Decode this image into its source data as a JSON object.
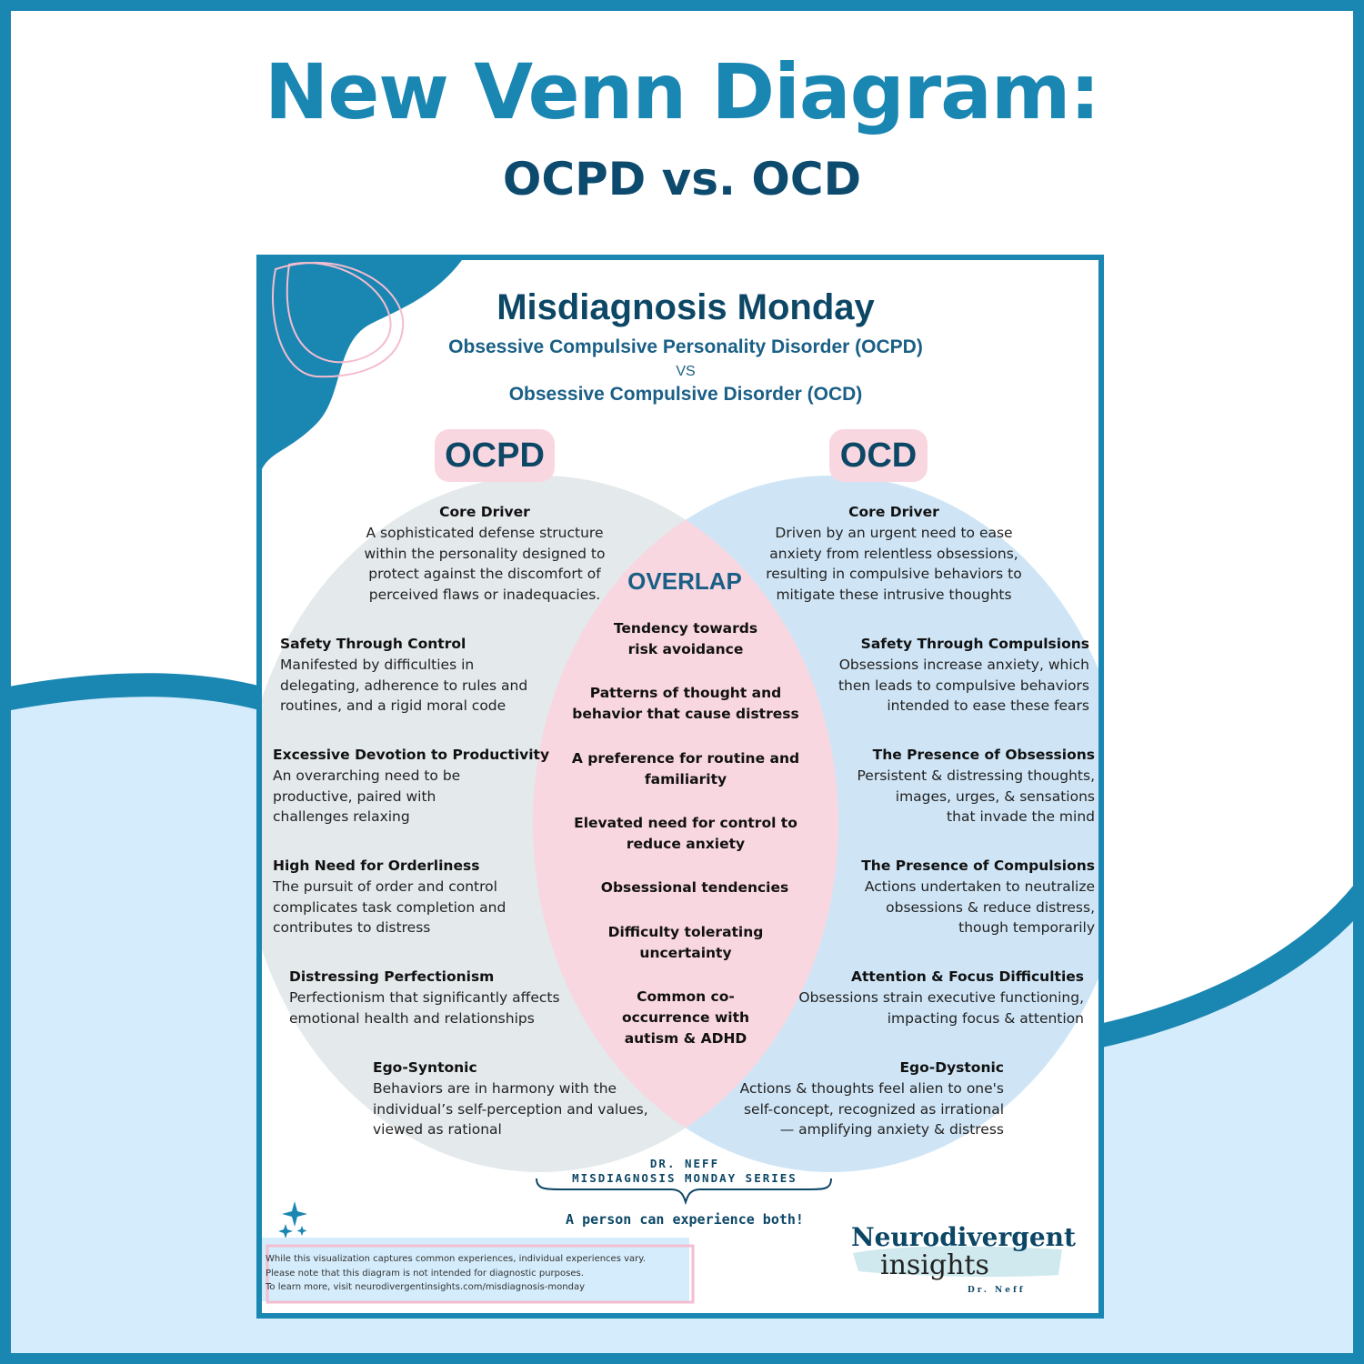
{
  "header": {
    "title": "New Venn Diagram:",
    "subtitle": "OCPD vs. OCD"
  },
  "card": {
    "title": "Misdiagnosis Monday",
    "line1": "Obsessive Compulsive Personality Disorder (OCPD)",
    "vs": "VS",
    "line2": "Obsessive Compulsive Disorder (OCD)"
  },
  "labels": {
    "left": "OCPD",
    "right": "OCD",
    "overlap": "OVERLAP"
  },
  "ocpd": [
    {
      "heading": "Core Driver",
      "lines": [
        "A sophisticated defense structure",
        "within the personality designed to",
        "protect against the discomfort of",
        "perceived flaws or inadequacies."
      ]
    },
    {
      "heading": "Safety Through Control",
      "lines": [
        "Manifested by difficulties in",
        "delegating, adherence to rules and",
        "routines, and a rigid moral code"
      ]
    },
    {
      "heading": "Excessive Devotion to Productivity",
      "lines": [
        "An overarching need to be",
        "productive, paired with",
        "challenges relaxing"
      ]
    },
    {
      "heading": "High Need for Orderliness",
      "lines": [
        "The pursuit of order and control",
        "complicates task completion and",
        "contributes to distress"
      ]
    },
    {
      "heading": "Distressing Perfectionism",
      "lines": [
        "Perfectionism that significantly affects",
        "emotional health and relationships"
      ]
    },
    {
      "heading": "Ego-Syntonic",
      "lines": [
        "Behaviors are in harmony with the",
        "individual’s self-perception and values,",
        "viewed as rational"
      ]
    }
  ],
  "ocd": [
    {
      "heading": "Core Driver",
      "lines": [
        "Driven by an urgent need to ease",
        "anxiety from relentless obsessions,",
        "resulting in compulsive behaviors to",
        "mitigate these intrusive thoughts"
      ]
    },
    {
      "heading": "Safety Through Compulsions",
      "lines": [
        "Obsessions increase anxiety, which",
        "then leads to compulsive behaviors",
        "intended to ease these fears"
      ]
    },
    {
      "heading": "The Presence of Obsessions",
      "lines": [
        "Persistent & distressing thoughts,",
        "images, urges, & sensations",
        "that invade the mind"
      ]
    },
    {
      "heading": "The Presence of Compulsions",
      "lines": [
        "Actions undertaken to neutralize",
        "obsessions & reduce distress,",
        "though temporarily"
      ]
    },
    {
      "heading": "Attention & Focus Difficulties",
      "lines": [
        "Obsessions strain executive functioning,",
        "impacting focus & attention"
      ]
    },
    {
      "heading": "Ego-Dystonic",
      "lines": [
        "Actions & thoughts feel alien to one's",
        "self-concept, recognized as irrational",
        "—  amplifying anxiety & distress"
      ]
    }
  ],
  "overlap": [
    [
      "Tendency towards",
      "risk avoidance"
    ],
    [
      "Patterns of thought and",
      "behavior that cause distress"
    ],
    [
      "A preference for routine and",
      "familiarity"
    ],
    [
      "Elevated need for control to",
      "reduce anxiety"
    ],
    [
      "Obsessional tendencies"
    ],
    [
      "Difficulty tolerating",
      "uncertainty"
    ],
    [
      "Common co-",
      "occurrence with",
      "autism & ADHD"
    ]
  ],
  "footer": {
    "series_author": "DR. NEFF",
    "series_name": "MISDIAGNOSIS MONDAY SERIES",
    "both": "A person can experience both!",
    "disclaimer": [
      "While this visualization captures common experiences, individual experiences vary.",
      "Please note that this diagram is not intended for diagnostic purposes.",
      "To learn more, visit neurodivergentinsights.com/misdiagnosis-monday"
    ],
    "logo_line1": "Neurodivergent",
    "logo_line2": "insights",
    "logo_line3": "Dr. Neff"
  },
  "colors": {
    "brand_blue": "#1a86b2",
    "navy": "#0d4766",
    "light_blue_bg": "#d4ecfb",
    "pink": "#f9d7e0",
    "grey_circle": "#e4e9ec",
    "blue_circle": "#cfe5f6"
  }
}
